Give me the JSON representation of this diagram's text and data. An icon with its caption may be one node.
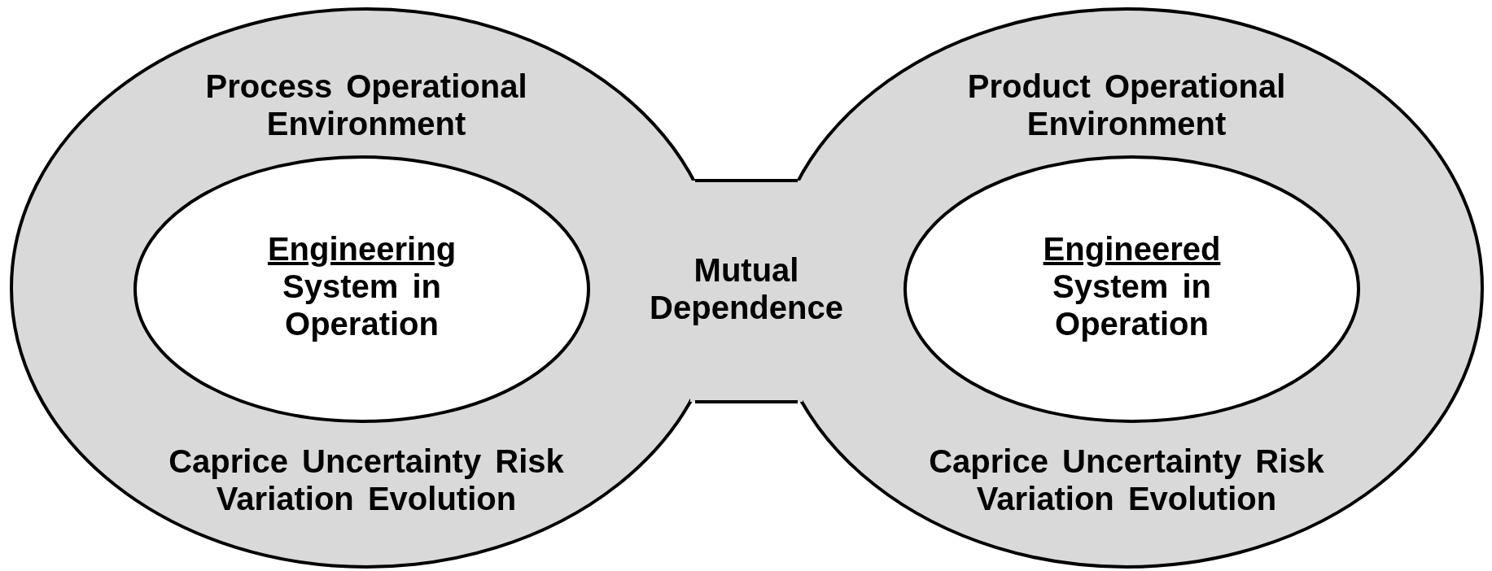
{
  "diagram": {
    "nodes": [
      {
        "text": [
          "Process Operational Environment",
          "Caprice Uncertainty Risk Variation Evolution"
        ]
      },
      {
        "text": [
          "Engineering",
          "System in Operation"
        ],
        "in": 0
      },
      {
        "text": [
          "Product Operational Environment",
          "Caprice Uncertainty Risk Variation Evolution"
        ]
      },
      {
        "text": [
          "Engineered",
          "System in Operation"
        ],
        "in": 2
      },
      {
        "text": [
          "Mutual Dependence"
        ]
      }
    ]
  }
}
